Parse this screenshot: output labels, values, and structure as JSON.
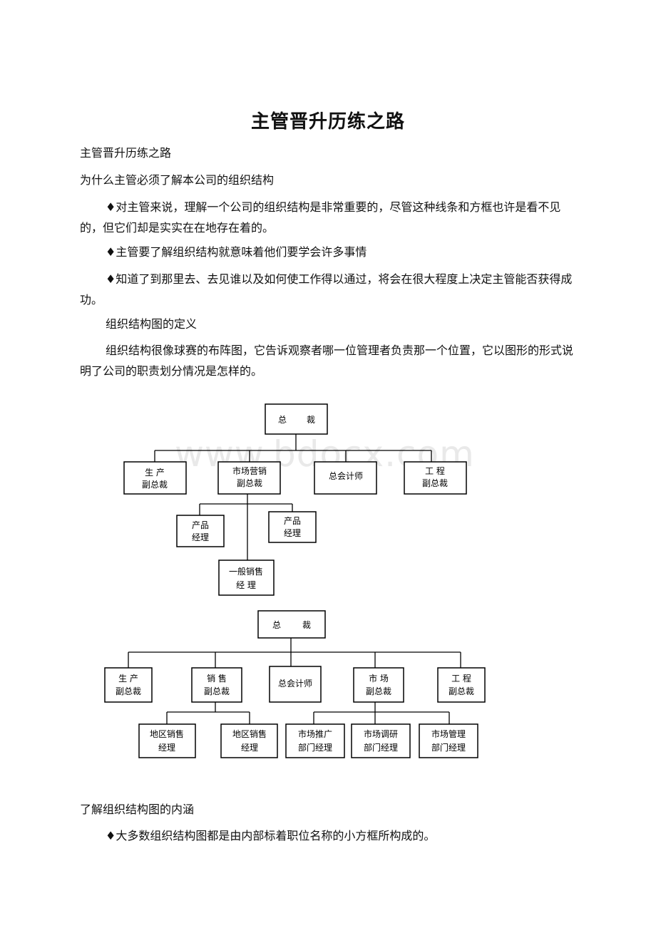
{
  "doc": {
    "title": "主管晋升历练之路",
    "paragraphs": [
      "主管晋升历练之路",
      "为什么主管必须了解本公司的组织结构",
      "♦对主管来说，理解一个公司的组织结构是非常重要的，尽管这种线条和方框也许是看不见的，但它们却是实实在在地存在着的。",
      "♦主管要了解组织结构就意味着他们要学会许多事情",
      "♦知道了到那里去、去见谁以及如何使工作得以通过，将会在很大程度上决定主管能否获得成功。",
      "组织结构图的定义",
      " 组织结构很像球赛的布阵图，它告诉观察者哪一位管理者负责那一个位置，它以图形的形式说明了公司的职责划分情况是怎样的。",
      "了解组织结构图的内涵",
      "♦大多数组织结构图都是由内部标着职位名称的小方框所构成的。"
    ]
  },
  "watermark": "www.bdocx.com",
  "chart1": {
    "top": [
      "总",
      "裁"
    ],
    "vps": [
      [
        "生  产",
        "副总裁"
      ],
      [
        "市场营销",
        "副总裁"
      ],
      [
        "总会计师",
        ""
      ],
      [
        "工  程",
        "副总裁"
      ]
    ],
    "sub": [
      [
        "产品",
        "经理"
      ],
      [
        "产品",
        "经理"
      ],
      [
        "一般销售",
        "经  理"
      ]
    ]
  },
  "chart2": {
    "top": [
      "总",
      "裁"
    ],
    "vps": [
      [
        "生  产",
        "副总裁"
      ],
      [
        "销  售",
        "副总裁"
      ],
      [
        "总会计师",
        ""
      ],
      [
        "市  场",
        "副总裁"
      ],
      [
        "工  程",
        "副总裁"
      ]
    ],
    "sub": [
      [
        "地区销售",
        "经理"
      ],
      [
        "地区销售",
        "经理"
      ],
      [
        "市场推广",
        "部门经理"
      ],
      [
        "市场调研",
        "部门经理"
      ],
      [
        "市场管理",
        "部门经理"
      ]
    ]
  }
}
